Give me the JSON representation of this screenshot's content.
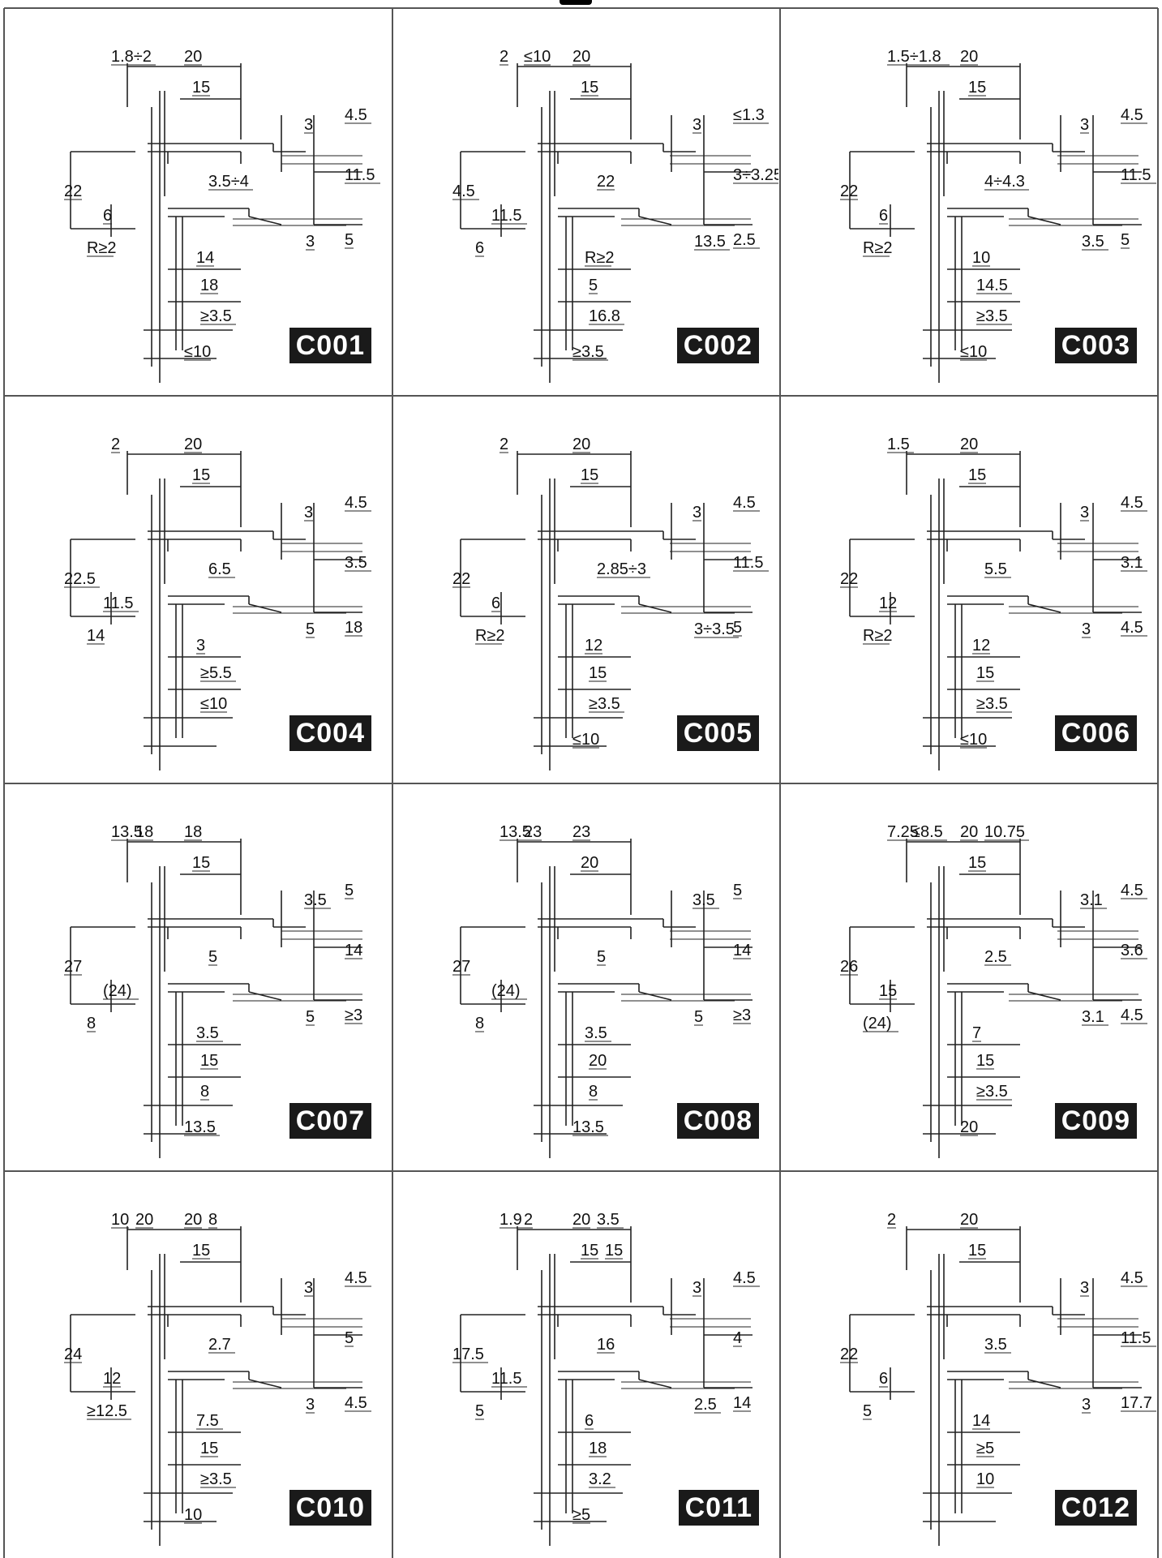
{
  "page": {
    "title_fragment": ""
  },
  "colors": {
    "line": "#222222",
    "badge_bg": "#1a1a1a",
    "badge_text": "#ffffff",
    "grid": "#555555"
  },
  "profiles": [
    {
      "code": "C001",
      "labels": [
        "1.8÷2",
        "20",
        "15",
        "3",
        "4.5",
        "22",
        "3.5÷4",
        "11.5",
        "6",
        "R≥2",
        "14",
        "3",
        "5",
        "18",
        "≥3.5",
        "≤10"
      ]
    },
    {
      "code": "C002",
      "labels": [
        "2",
        "20",
        "15",
        "3",
        "≤1.3",
        "4.5",
        "22",
        "3÷3.25",
        "11.5",
        "6",
        "R≥2",
        "13.5",
        "2.5",
        "5",
        "16.8",
        "≥3.5",
        "≤10"
      ]
    },
    {
      "code": "C003",
      "labels": [
        "1.5÷1.8",
        "20",
        "15",
        "3",
        "4.5",
        "22",
        "4÷4.3",
        "11.5",
        "6",
        "R≥2",
        "10",
        "3.5",
        "5",
        "14.5",
        "≥3.5",
        "≤10"
      ]
    },
    {
      "code": "C004",
      "labels": [
        "2",
        "20",
        "15",
        "3",
        "4.5",
        "22.5",
        "6.5",
        "3.5",
        "11.5",
        "14",
        "3",
        "5",
        "18",
        "≥5.5",
        "≤10"
      ]
    },
    {
      "code": "C005",
      "labels": [
        "2",
        "20",
        "15",
        "3",
        "4.5",
        "22",
        "2.85÷3",
        "11.5",
        "6",
        "R≥2",
        "12",
        "3÷3.5",
        "5",
        "15",
        "≥3.5",
        "≤10"
      ]
    },
    {
      "code": "C006",
      "labels": [
        "1.5",
        "20",
        "15",
        "3",
        "4.5",
        "22",
        "5.5",
        "3.1",
        "12",
        "R≥2",
        "12",
        "3",
        "4.5",
        "15",
        "≥3.5",
        "≤10"
      ]
    },
    {
      "code": "C007",
      "labels": [
        "13.5",
        "18",
        "15",
        "3.5",
        "5",
        "27",
        "5",
        "14",
        "(24)",
        "8",
        "3.5",
        "5",
        "≥3",
        "15",
        "8",
        "13.5",
        "18"
      ]
    },
    {
      "code": "C008",
      "labels": [
        "13.5",
        "23",
        "20",
        "3.5",
        "5",
        "27",
        "5",
        "14",
        "(24)",
        "8",
        "3.5",
        "5",
        "≥3",
        "20",
        "8",
        "13.5",
        "23"
      ]
    },
    {
      "code": "C009",
      "labels": [
        "7.25",
        "20",
        "15",
        "3.1",
        "4.5",
        "26",
        "2.5",
        "3.6",
        "15",
        "(24)",
        "7",
        "3.1",
        "4.5",
        "15",
        "≥3.5",
        "20",
        "≤8.5",
        "10.75"
      ]
    },
    {
      "code": "C010",
      "labels": [
        "10",
        "20",
        "15",
        "3",
        "4.5",
        "24",
        "2.7",
        "5",
        "12",
        "≥12.5",
        "7.5",
        "3",
        "4.5",
        "15",
        "≥3.5",
        "10",
        "20",
        "8"
      ]
    },
    {
      "code": "C011",
      "labels": [
        "1.9",
        "20",
        "15",
        "3",
        "4.5",
        "17.5",
        "16",
        "4",
        "11.5",
        "5",
        "6",
        "2.5",
        "14",
        "18",
        "3.2",
        "≥5",
        "2",
        "3.5",
        "15"
      ]
    },
    {
      "code": "C012",
      "labels": [
        "2",
        "20",
        "15",
        "3",
        "4.5",
        "22",
        "3.5",
        "11.5",
        "6",
        "5",
        "14",
        "3",
        "17.7",
        "≥5",
        "10"
      ]
    }
  ]
}
